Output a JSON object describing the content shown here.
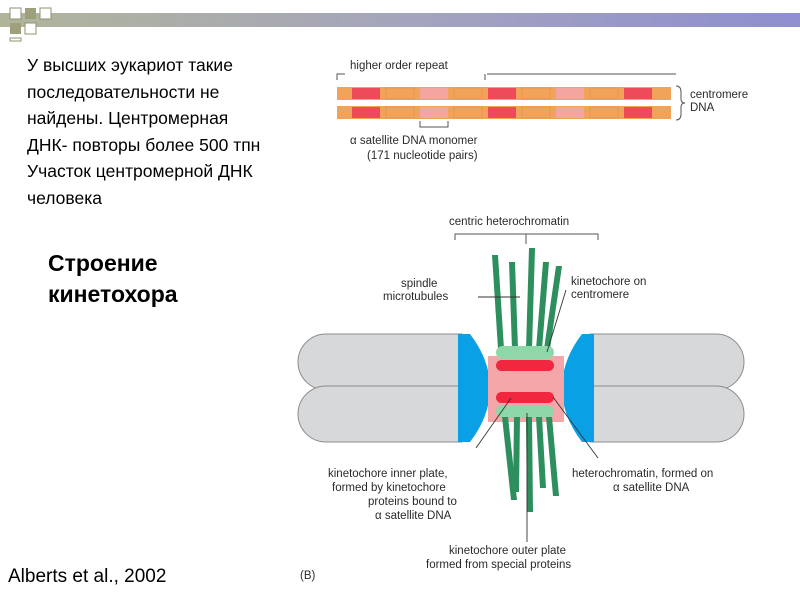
{
  "slide": {
    "text_lines": [
      "У высших эукариот такие",
      "последовательности не",
      "найдены. Центромерная",
      "ДНК- повторы более 500 тпн",
      "Участок центромерной ДНК",
      "человека"
    ],
    "heading_lines": [
      "Строение",
      "кинетохора"
    ],
    "citation": "Alberts et al., 2002"
  },
  "figure_a": {
    "higher_order_repeat": "higher order repeat",
    "centromere_dna_line1": "centromere",
    "centromere_dna_line2": "DNA",
    "satellite_line1": "α satellite DNA monomer",
    "satellite_line2": "(171 nucleotide pairs)"
  },
  "figure_b": {
    "centric_heterochromatin": "centric heterochromatin",
    "spindle_line1": "spindle",
    "spindle_line2": "microtubules",
    "kinetochore_on_line1": "kinetochore on",
    "kinetochore_on_line2": "centromere",
    "inner_plate_line1": "kinetochore inner plate,",
    "inner_plate_line2": "formed by kinetochore",
    "inner_plate_line3": "proteins bound to",
    "inner_plate_line4": "α satellite DNA",
    "heterochromatin_line1": "heterochromatin, formed on",
    "heterochromatin_line2": "α satellite DNA",
    "outer_plate_line1": "kinetochore outer plate",
    "outer_plate_line2": "formed from special proteins",
    "panel_label": "(B)"
  },
  "colors": {
    "bar_olive": "#b0b59a",
    "bar_blue": "#8e8ed0",
    "repeat_orange": "#f2a35a",
    "repeat_red": "#ee4a5a",
    "repeat_pink": "#f4a5a0",
    "chromatid_gray": "#d6d8d9",
    "centromere_blue": "#0aa0e6",
    "microtubule_green": "#2e8f5e",
    "outer_plate_green": "#8dd7a8",
    "inner_plate_red": "#f0273f",
    "heterochromatin_pink": "#f4a6a8"
  }
}
